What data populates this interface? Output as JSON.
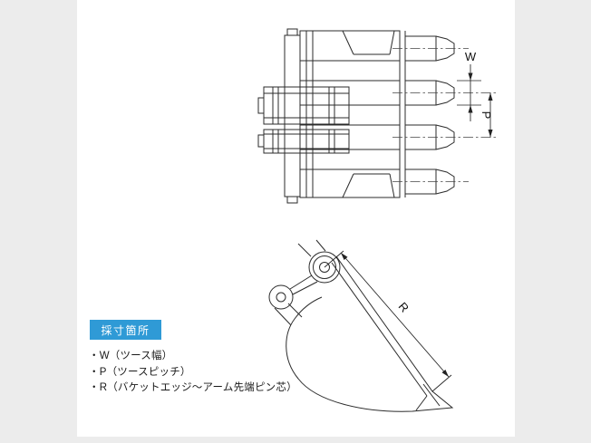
{
  "page": {
    "background_color": "#ececec",
    "canvas_color": "#ffffff"
  },
  "measure_label": {
    "text": "採寸箇所",
    "bg_color": "#2f9ad6",
    "text_color": "#ffffff"
  },
  "legend": {
    "items": [
      "・W（ツース幅）",
      "・P（ツースピッチ）",
      "・R（バケットエッジ～アーム先端ピン芯）"
    ]
  },
  "dimensions": {
    "tooth_width": "W",
    "tooth_pitch": "P",
    "edge_to_pin": "R"
  }
}
